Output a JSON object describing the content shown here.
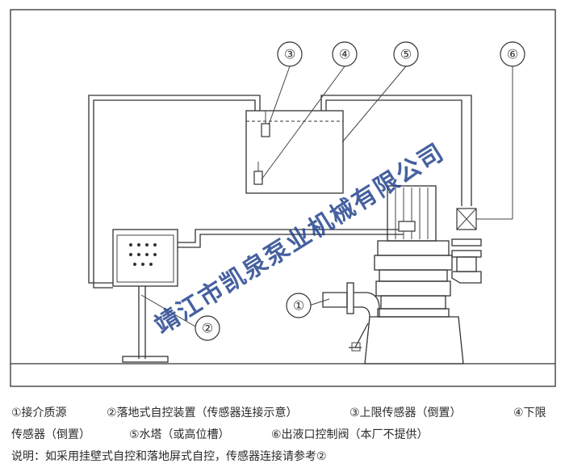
{
  "callouts": [
    "①",
    "②",
    "③",
    "④",
    "⑤",
    "⑥"
  ],
  "watermark": "靖江市凯泉泵业机械有限公司",
  "legend": {
    "item1": "①接介质源",
    "item2": "②落地式自控装置（传感器连接示意）",
    "item3": "③上限传感器（倒置）",
    "item4a": "④下限",
    "item4b": "传感器（倒置）",
    "item5": "⑤水塔（或高位槽）",
    "item6": "⑥出液口控制阀（本厂不提供）",
    "note": "说明：如采用挂壁式自控和落地屏式自控，传感器连接请参考②"
  }
}
